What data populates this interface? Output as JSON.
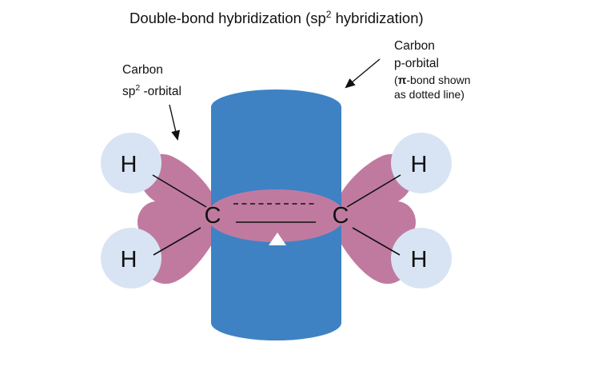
{
  "title": {
    "prefix": "Double-bond hybridization (sp",
    "sup": "2",
    "suffix": " hybridization)"
  },
  "labels": {
    "sp2": {
      "line1": "Carbon",
      "line2_prefix": "sp",
      "line2_sup": "2",
      "line2_suffix": " -orbital"
    },
    "p": {
      "line1": "Carbon",
      "line2": "p-orbital",
      "line3_open": "(",
      "line3_pi": "π",
      "line3_rest": "-bond shown",
      "line4": "as dotted line)"
    }
  },
  "atoms": {
    "carbon_left": "C",
    "carbon_right": "C",
    "h_top_left": "H",
    "h_bottom_left": "H",
    "h_top_right": "H",
    "h_bottom_right": "H"
  },
  "colors": {
    "p_orbital_blue": "#3e82c4",
    "sp2_orbital_pink": "#c07aa0",
    "hydrogen_blue": "#d8e4f3",
    "bond_black": "#111111",
    "background": "#ffffff"
  }
}
